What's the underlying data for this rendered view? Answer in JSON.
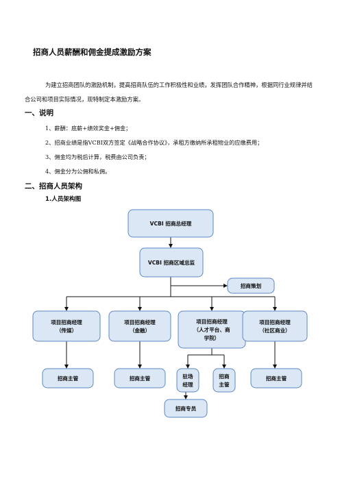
{
  "document": {
    "title": "招商人员薪酬和佣金提成激励方案",
    "intro": "为建立招商团队的激励机制，提高招商队伍的工作积极性和业绩，发挥团队合作精神，根据同行业规律并结合公司和项目实际情况，现特制定本激励方案。",
    "section1": {
      "heading": "一、说明",
      "items": [
        "1、薪酬：底薪+绩效奖金+佣金；",
        "2、招商业绩是指VCBI双方签定《战略合作协议》，承租方缴纳所承租物业的应缴费用；",
        "3、佣金均为税后计算，税费由公司负责；",
        "4、佣金分为公佣和私佣。"
      ]
    },
    "section2": {
      "heading": "二、招商人员架构",
      "subheading": "1.人员架构图"
    }
  },
  "org_chart": {
    "nodes": {
      "ceo": [
        "VCBI 招商总经理"
      ],
      "director": [
        "VCBI 招商区域总监"
      ],
      "planning": [
        "招商策划"
      ],
      "pm_media": [
        "项目招商经理",
        "（传媒）"
      ],
      "pm_finance": [
        "项目招商经理",
        "（金融）"
      ],
      "pm_talent": [
        "项目招商经理",
        "（人才平台、商",
        "学院）"
      ],
      "pm_community": [
        "项目招商经理",
        "（社区商业）"
      ],
      "sup_media": [
        "招商主管"
      ],
      "sup_finance": [
        "招商主管"
      ],
      "site_manager": [
        "驻场",
        "经理"
      ],
      "sup_talent": [
        "招商",
        "主管"
      ],
      "sup_community": [
        "招商主管"
      ],
      "specialist": [
        "招商专员"
      ]
    }
  }
}
